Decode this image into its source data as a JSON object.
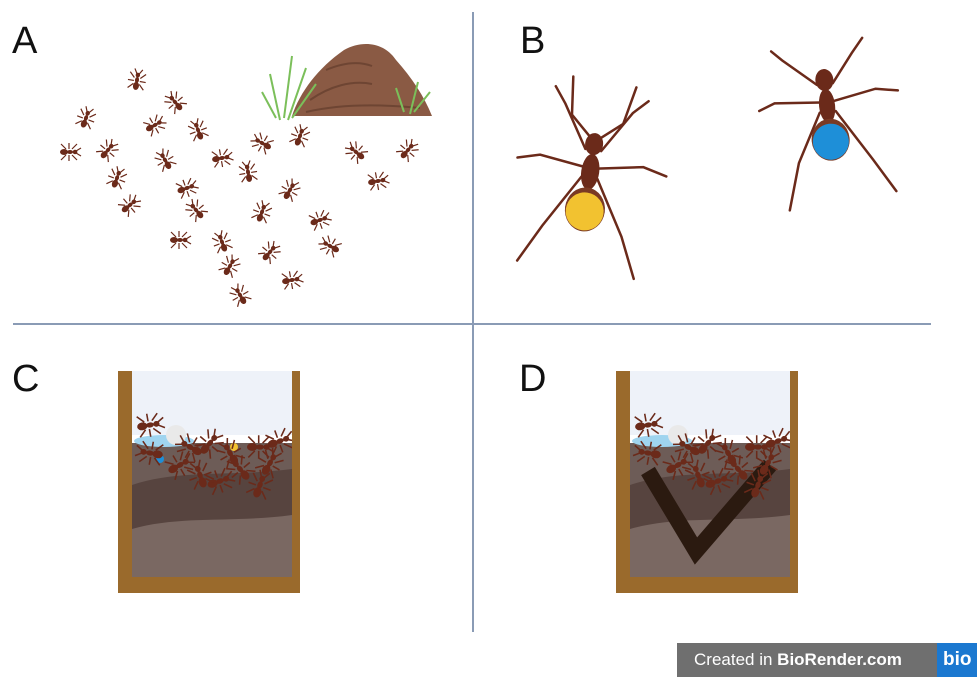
{
  "panels": {
    "a": {
      "label": "A"
    },
    "b": {
      "label": "B"
    },
    "c": {
      "label": "C"
    },
    "d": {
      "label": "D"
    }
  },
  "footer": {
    "prefix": "Created in ",
    "brand": "BioRender.com",
    "logo": "bio",
    "background": "#6f6f6f",
    "logo_color": "#1b78d0"
  },
  "colors": {
    "ant": "#6b2a1a",
    "mound": "#8a5a44",
    "grass": "#7bbf5a",
    "paint_yellow": "#f2c230",
    "paint_blue": "#1e8fd8",
    "frame_wood": "#9a6a2c",
    "soil_top": "#6d5c57",
    "soil_mid": "#57443f",
    "soil_bottom": "#7a6862",
    "tunnel": "#2b1a10",
    "divider": "#8a9bb5"
  }
}
